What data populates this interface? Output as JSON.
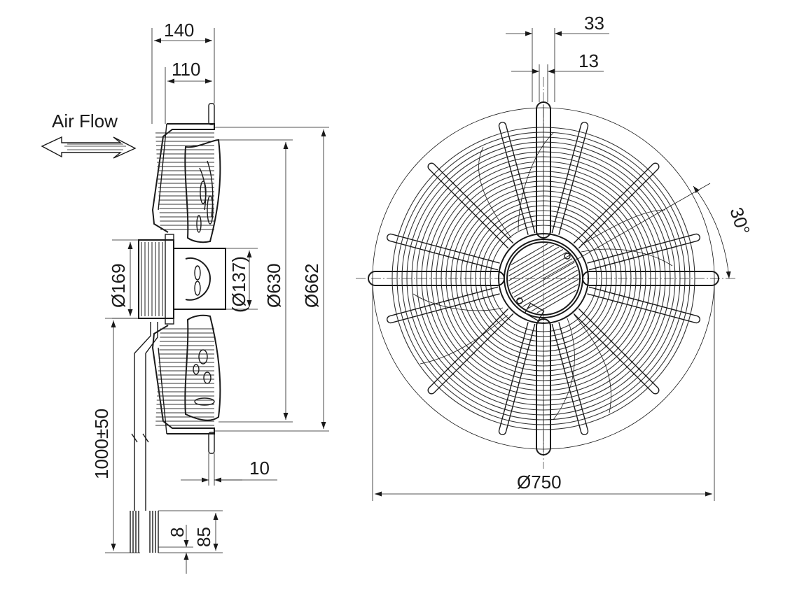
{
  "labels": {
    "air_flow": "Air Flow",
    "d140": "140",
    "d110": "110",
    "d169": "Ø169",
    "d137": "(Ø137)",
    "d630": "Ø630",
    "d662": "Ø662",
    "d1000": "1000±50",
    "d10": "10",
    "d8": "8",
    "d85": "85",
    "d33": "33",
    "d13": "13",
    "d30": "30°",
    "d750": "Ø750"
  }
}
